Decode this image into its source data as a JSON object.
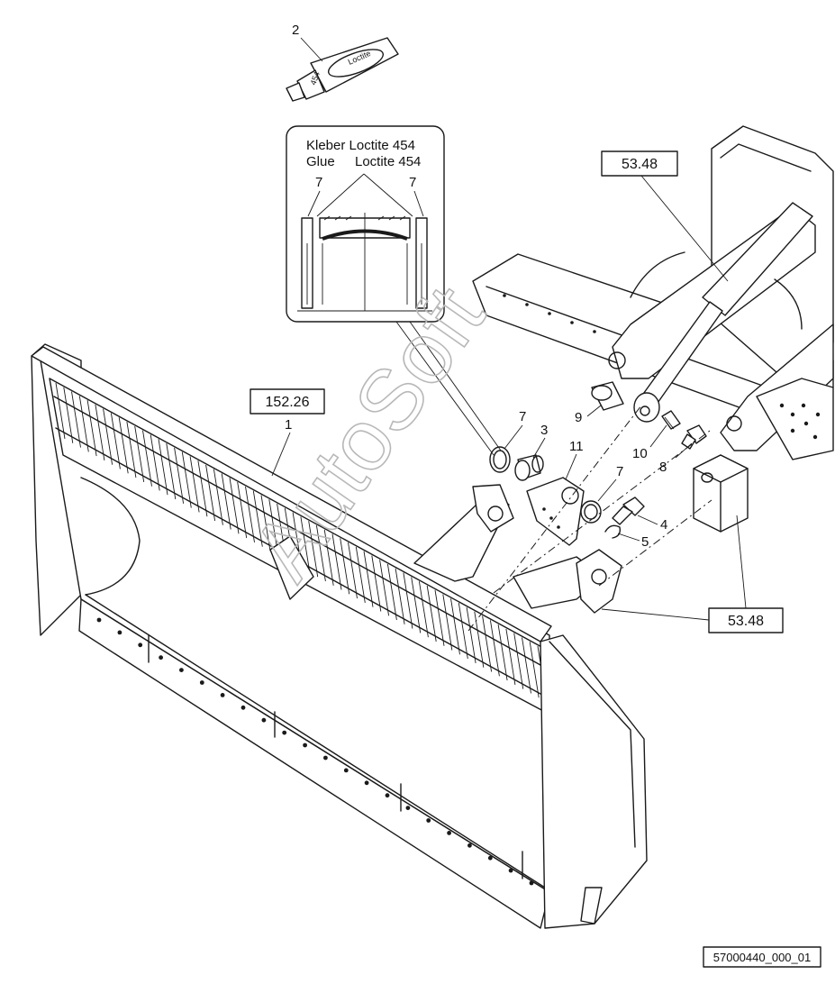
{
  "parts": [
    {
      "id": "p1",
      "number": "1"
    },
    {
      "id": "p2",
      "number": "2"
    },
    {
      "id": "p3",
      "number": "3"
    },
    {
      "id": "p4",
      "number": "4"
    },
    {
      "id": "p5",
      "number": "5"
    },
    {
      "id": "p7a",
      "number": "7"
    },
    {
      "id": "p7b",
      "number": "7"
    },
    {
      "id": "p8",
      "number": "8"
    },
    {
      "id": "p9",
      "number": "9"
    },
    {
      "id": "p10",
      "number": "10"
    },
    {
      "id": "p11",
      "number": "11"
    }
  ],
  "references": [
    {
      "id": "ref1",
      "text": "152.26"
    },
    {
      "id": "ref2",
      "text": "53.48"
    },
    {
      "id": "ref3",
      "text": "53.48"
    }
  ],
  "detail": {
    "line1": "Kleber Loctite 454",
    "line2a": "Glue",
    "line2b": "Loctite 454",
    "left_item": "7",
    "right_item": "7"
  },
  "tube": {
    "brand": "Loctite",
    "code": "454"
  },
  "watermark": "AutoSoft",
  "document_id": "57000440_000_01"
}
